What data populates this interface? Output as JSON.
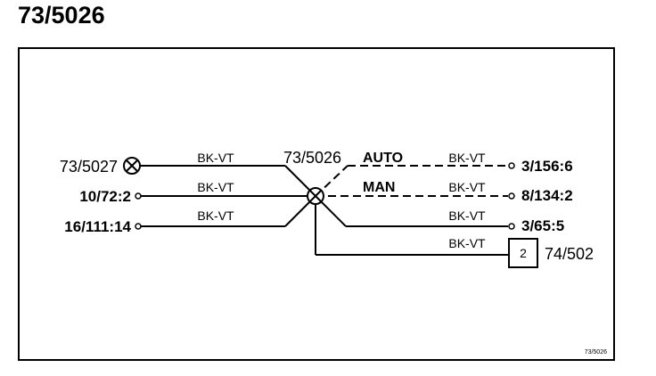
{
  "title": "73/5026",
  "center_node": "73/5026",
  "modes": {
    "auto": "AUTO",
    "man": "MAN"
  },
  "left_terminals": [
    {
      "label": "73/5027",
      "wire": "BK-VT"
    },
    {
      "label": "10/72:2",
      "wire": "BK-VT"
    },
    {
      "label": "16/111:14",
      "wire": "BK-VT"
    }
  ],
  "right_terminals": [
    {
      "label": "3/156:6",
      "wire": "BK-VT"
    },
    {
      "label": "8/134:2",
      "wire": "BK-VT"
    },
    {
      "label": "3/65:5",
      "wire": "BK-VT"
    }
  ],
  "box": {
    "number": "2",
    "label": "74/502",
    "wire": "BK-VT"
  },
  "footer_ref": "73/5026"
}
